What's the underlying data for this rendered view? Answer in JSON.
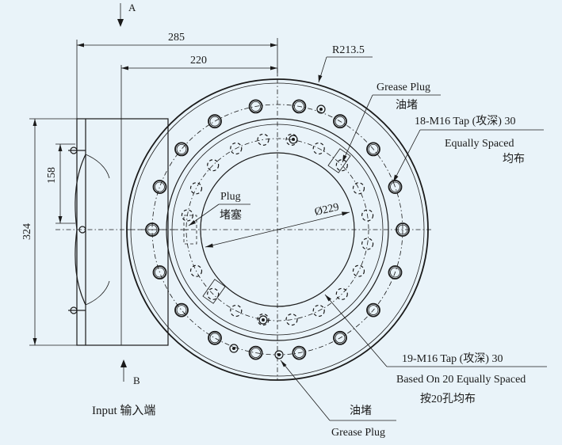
{
  "view_labels": {
    "section_a": "A",
    "section_b": "B"
  },
  "dimensions": {
    "width_outer": "285",
    "width_inner": "220",
    "radius": "R213.5",
    "height_total": "324",
    "height_inner": "158",
    "diameter": "Ø229"
  },
  "callouts": {
    "grease_plug_top_en": "Grease Plug",
    "grease_plug_top_cn": "油堵",
    "tap_outer_line1": "18-M16 Tap (攻深) 30",
    "tap_outer_line2": "Equally Spaced",
    "tap_outer_line3": "均布",
    "plug_en": "Plug",
    "plug_cn": "堵塞",
    "tap_inner_line1": "19-M16 Tap (攻深) 30",
    "tap_inner_line2": "Based On 20 Equally Spaced",
    "tap_inner_line3": "按20孔均布",
    "grease_plug_bottom_cn": "油堵",
    "grease_plug_bottom_en": "Grease Plug"
  },
  "input_label": "Input  输入端",
  "colors": {
    "background": "#e9f3f9",
    "ink": "#1a1a1a"
  }
}
